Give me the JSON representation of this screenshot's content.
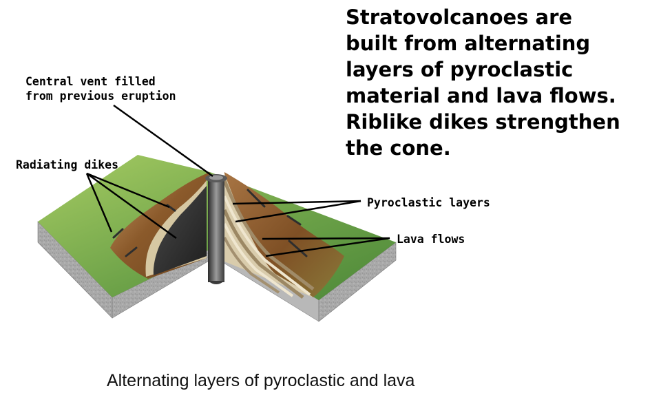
{
  "heading": {
    "lines": [
      "Stratovolcanoes are",
      "built from alternating",
      "layers of pyroclastic",
      "material and lava flows.",
      "Riblike dikes strengthen",
      "the cone."
    ]
  },
  "labels": {
    "central_vent": [
      "Central vent filled",
      "from previous eruption"
    ],
    "radiating_dikes": "Radiating dikes",
    "pyroclastic_layers": "Pyroclastic layers",
    "lava_flows": "Lava flows"
  },
  "caption": "Alternating layers of pyroclastic and lava",
  "colors": {
    "grass_light": "#9ac25a",
    "grass_dark": "#4e8a3a",
    "rock_brown": "#8a5a2c",
    "rock_brown_light": "#b98c57",
    "layer_light": "#e7dcc0",
    "layer_dark": "#a38f6c",
    "magma_dark": "#2b2b2b",
    "ground_gray": "#a7a7a7"
  }
}
